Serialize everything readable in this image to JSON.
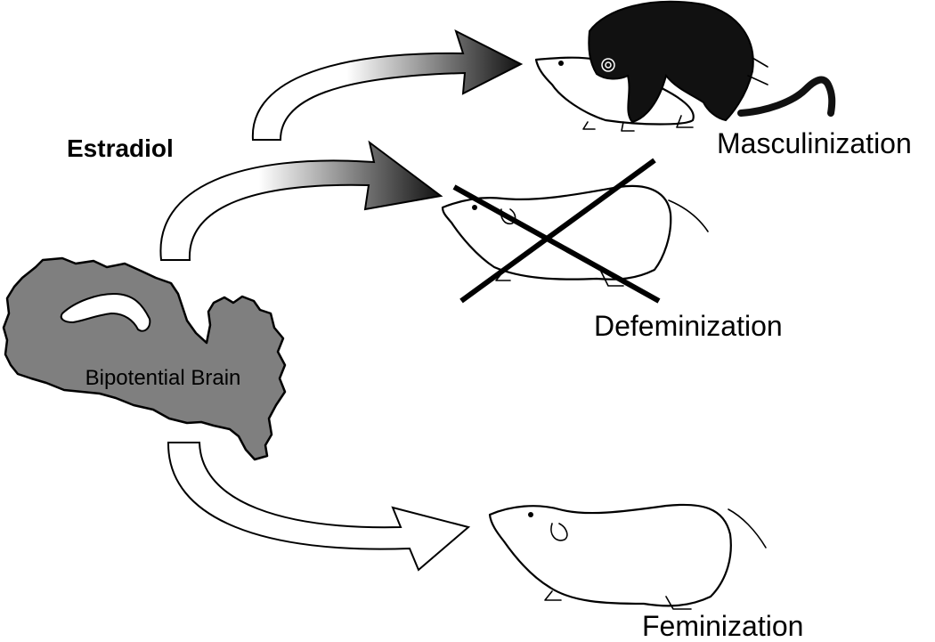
{
  "labels": {
    "stimulus": "Estradiol",
    "brain": "Bipotential Brain",
    "outcome_masculinization": "Masculinization",
    "outcome_defeminization": "Defeminization",
    "outcome_feminization": "Feminization"
  },
  "colors": {
    "brain_fill": "#7f7f7f",
    "arrow_dark": "#111111",
    "arrow_light": "#ffffff",
    "cross": "#000000",
    "male_rat": "#111111"
  },
  "icons": {
    "brain": "brain-icon",
    "female_rat": "rat-icon",
    "male_rat": "rat-icon",
    "cross": "x-mark-icon"
  }
}
